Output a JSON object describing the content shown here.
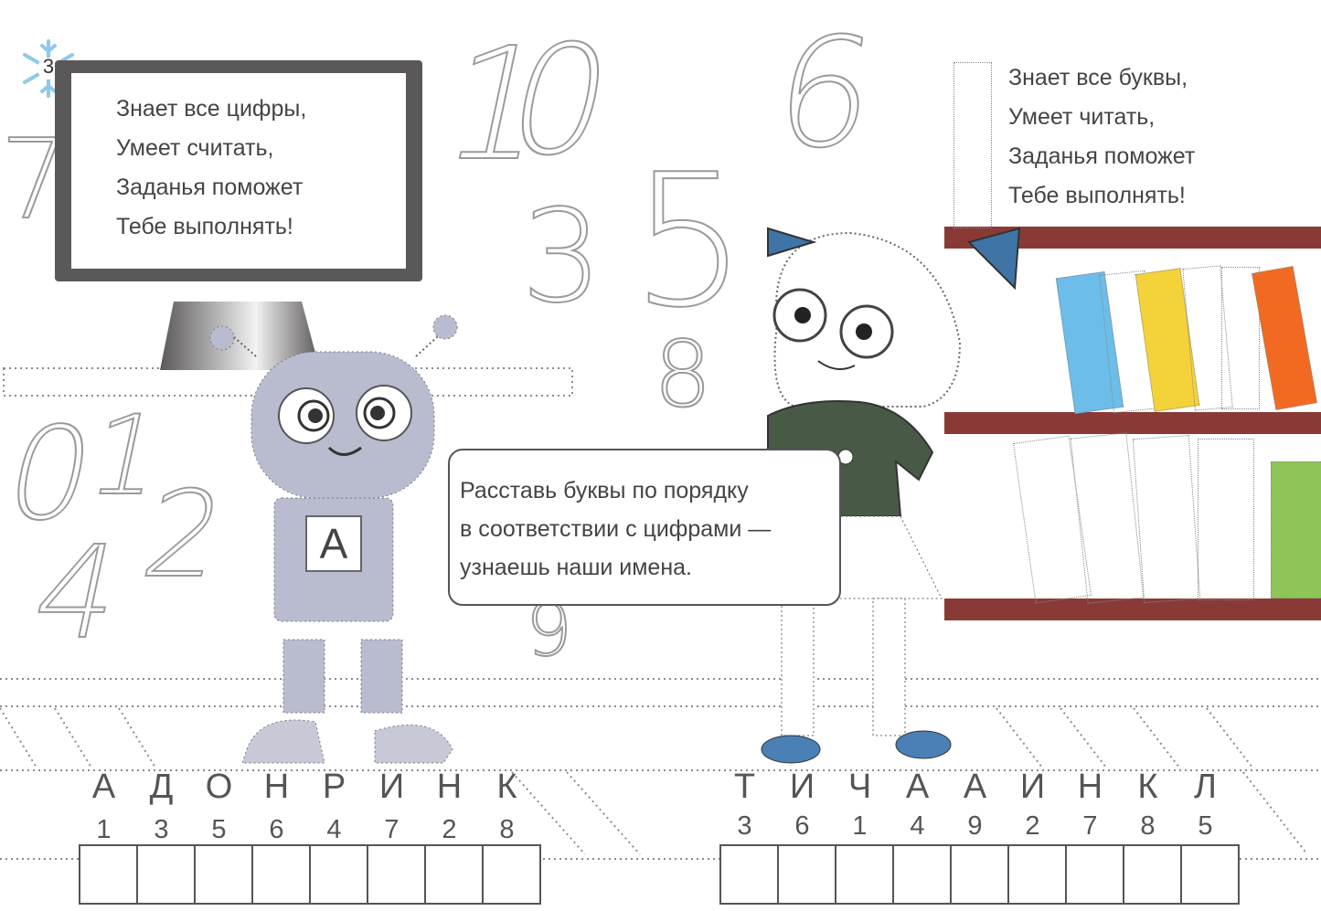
{
  "page": {
    "badge_number": "3"
  },
  "monitor": {
    "verse": [
      "Знает все цифры,",
      "Умеет считать,",
      "Заданья поможет",
      "Тебе выполнять!"
    ]
  },
  "shelf_verse": [
    "Знает все буквы,",
    "Умеет читать,",
    "Заданья поможет",
    "Тебе выполнять!"
  ],
  "speech": {
    "lines": [
      "Расставь буквы по порядку",
      "в соответствии с цифрами —",
      "узнаешь наши имена."
    ]
  },
  "robot": {
    "chest_letter": "А"
  },
  "background_digits": [
    "7",
    "1",
    "0",
    "6",
    "3",
    "5",
    "8",
    "0",
    "1",
    "2",
    "4",
    "9"
  ],
  "puzzle_left": {
    "letters": [
      "А",
      "Д",
      "О",
      "Н",
      "Р",
      "И",
      "Н",
      "К"
    ],
    "numbers": [
      "1",
      "3",
      "5",
      "6",
      "4",
      "7",
      "2",
      "8"
    ],
    "box_count": 8
  },
  "puzzle_right": {
    "letters": [
      "Т",
      "И",
      "Ч",
      "А",
      "А",
      "И",
      "Н",
      "К",
      "Л"
    ],
    "numbers": [
      "3",
      "6",
      "1",
      "4",
      "9",
      "2",
      "7",
      "8",
      "5"
    ],
    "box_count": 9
  },
  "colors": {
    "monitor": "#5b585a",
    "robot_body": "#b9bccf",
    "girl_dress": "#485a46",
    "bow": "#3f74a6",
    "shoes": "#4a80b6",
    "shelf": "#8a3a36",
    "book_blue": "#6cbde9",
    "book_yellow": "#f4d33a",
    "book_orange": "#f26a21",
    "book_green": "#8fc556"
  }
}
